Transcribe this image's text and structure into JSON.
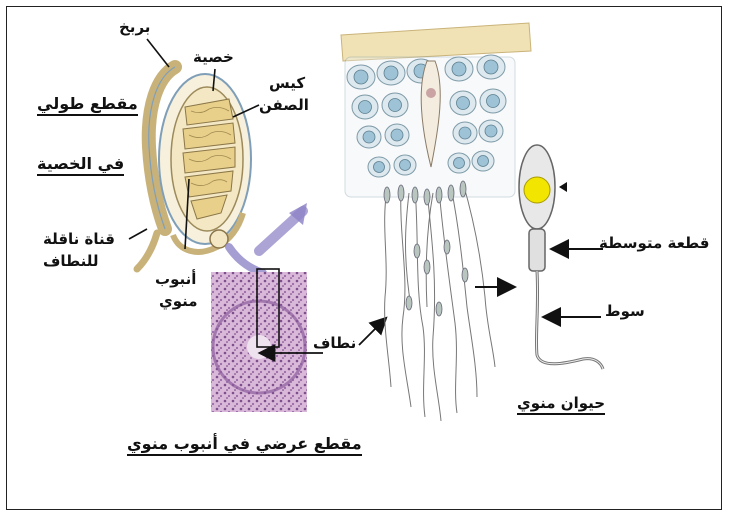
{
  "labels": {
    "longitudinal_section_line1": "مقطع طولي",
    "longitudinal_section_line2": "في الخصية",
    "epididymis": "بربخ",
    "testis": "خصية",
    "scrotum_line1": "كيس",
    "scrotum_line2": "الصفن",
    "vas_deferens_line1": "قناة ناقلة",
    "vas_deferens_line2": "للنطاف",
    "seminiferous_tubule_line1": "أنبوب",
    "seminiferous_tubule_line2": "منوي",
    "sperm_cells": "نطاف",
    "cross_section_caption": "مقطع عرضي في أنبوب منوي",
    "middle_piece": "قطعة متوسطة",
    "tail": "سوط",
    "sperm_caption": "حيوان منوي"
  },
  "colors": {
    "frame": "#222222",
    "testis_fill": "#f3e7c4",
    "tubule_fill": "#e8cf8a",
    "epididymis_outline": "#7f9fb8",
    "cell_nucleus": "#9fc3d6",
    "tissue_pink": "#b88ab8",
    "acrosome_yellow": "#f2e600",
    "arrow_purple": "#8f86c8"
  }
}
